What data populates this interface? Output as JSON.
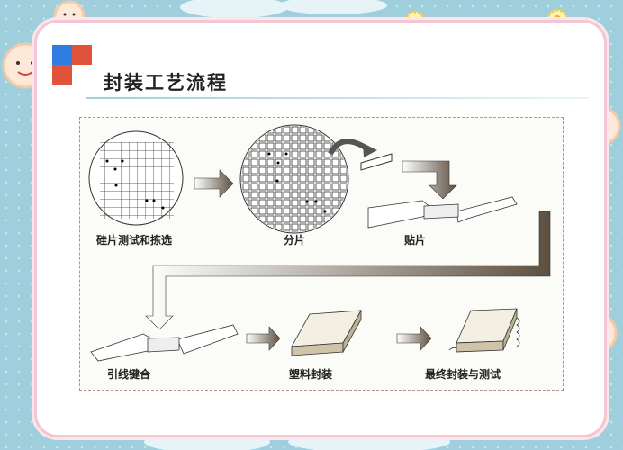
{
  "slide": {
    "title": "封装工艺流程"
  },
  "diagram": {
    "steps": [
      {
        "label": "硅片测试和拣选"
      },
      {
        "label": "分片"
      },
      {
        "label": "贴片"
      },
      {
        "label": "引线键合"
      },
      {
        "label": "塑料封装"
      },
      {
        "label": "最终封装与测试"
      }
    ]
  },
  "colors": {
    "background": "#9fcfdc",
    "card_border": "#f3c6d2",
    "accent_red": "#e0523a",
    "accent_blue": "#2f7de0",
    "arrow": "#8a7a66"
  }
}
